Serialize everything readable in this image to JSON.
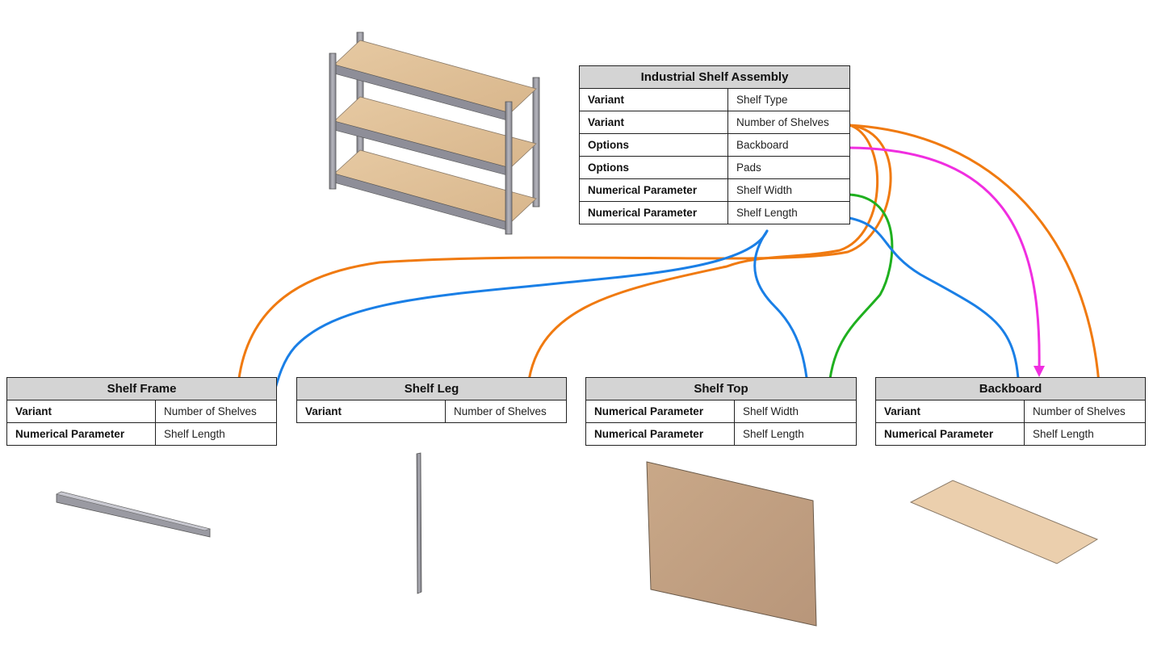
{
  "assembly": {
    "title": "Industrial Shelf Assembly",
    "rows": [
      {
        "type": "Variant",
        "name": "Shelf Type"
      },
      {
        "type": "Variant",
        "name": "Number of Shelves"
      },
      {
        "type": "Options",
        "name": "Backboard"
      },
      {
        "type": "Options",
        "name": "Pads"
      },
      {
        "type": "Numerical Parameter",
        "name": "Shelf Width"
      },
      {
        "type": "Numerical Parameter",
        "name": "Shelf Length"
      }
    ]
  },
  "components": [
    {
      "title": "Shelf Frame",
      "rows": [
        {
          "type": "Variant",
          "name": "Number of Shelves"
        },
        {
          "type": "Numerical Parameter",
          "name": "Shelf Length"
        }
      ]
    },
    {
      "title": "Shelf Leg",
      "rows": [
        {
          "type": "Variant",
          "name": "Number of Shelves"
        }
      ]
    },
    {
      "title": "Shelf Top",
      "rows": [
        {
          "type": "Numerical Parameter",
          "name": "Shelf Width"
        },
        {
          "type": "Numerical Parameter",
          "name": "Shelf Length"
        }
      ]
    },
    {
      "title": "Backboard",
      "rows": [
        {
          "type": "Variant",
          "name": "Number of Shelves"
        },
        {
          "type": "Numerical Parameter",
          "name": "Shelf Length"
        }
      ]
    }
  ],
  "link_colors": {
    "number_of_shelves": "#f07a10",
    "shelf_length": "#1a7fe6",
    "shelf_width": "#1fb01f",
    "backboard": "#f02ee0"
  },
  "links": [
    {
      "from": "Number of Shelves",
      "to": "Shelf Frame / Number of Shelves",
      "color": "number_of_shelves"
    },
    {
      "from": "Number of Shelves",
      "to": "Shelf Leg / Number of Shelves",
      "color": "number_of_shelves"
    },
    {
      "from": "Number of Shelves",
      "to": "Backboard / Number of Shelves",
      "color": "number_of_shelves"
    },
    {
      "from": "Shelf Length",
      "to": "Shelf Frame / Shelf Length",
      "color": "shelf_length"
    },
    {
      "from": "Shelf Length",
      "to": "Shelf Top / Shelf Length",
      "color": "shelf_length"
    },
    {
      "from": "Shelf Length",
      "to": "Backboard / Shelf Length",
      "color": "shelf_length"
    },
    {
      "from": "Shelf Width",
      "to": "Shelf Top / Shelf Width",
      "color": "shelf_width"
    },
    {
      "from": "Backboard",
      "to": "Backboard",
      "color": "backboard"
    }
  ]
}
